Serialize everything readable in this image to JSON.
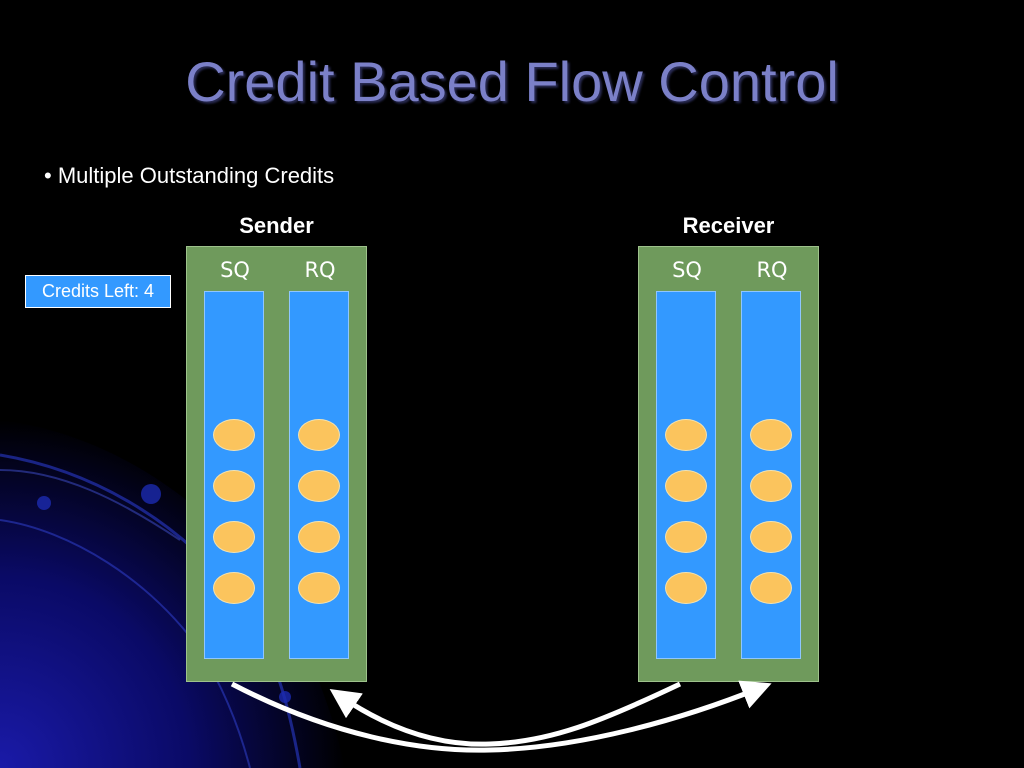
{
  "slide": {
    "title": "Credit Based Flow Control",
    "bullet": "• Multiple Outstanding Credits"
  },
  "sender": {
    "label": "Sender",
    "queues": [
      {
        "label": "SQ",
        "credits": 4
      },
      {
        "label": "RQ",
        "credits": 4
      }
    ]
  },
  "receiver": {
    "label": "Receiver",
    "queues": [
      {
        "label": "SQ",
        "credits": 4
      },
      {
        "label": "RQ",
        "credits": 4
      }
    ]
  },
  "credits_indicator": {
    "text": "Credits Left: 4"
  },
  "colors": {
    "background": "#000000",
    "title": "#7b80c8",
    "host_box": "#6f9a5c",
    "queue": "#3399ff",
    "credit": "#fbc45d",
    "arrow": "#ffffff"
  }
}
